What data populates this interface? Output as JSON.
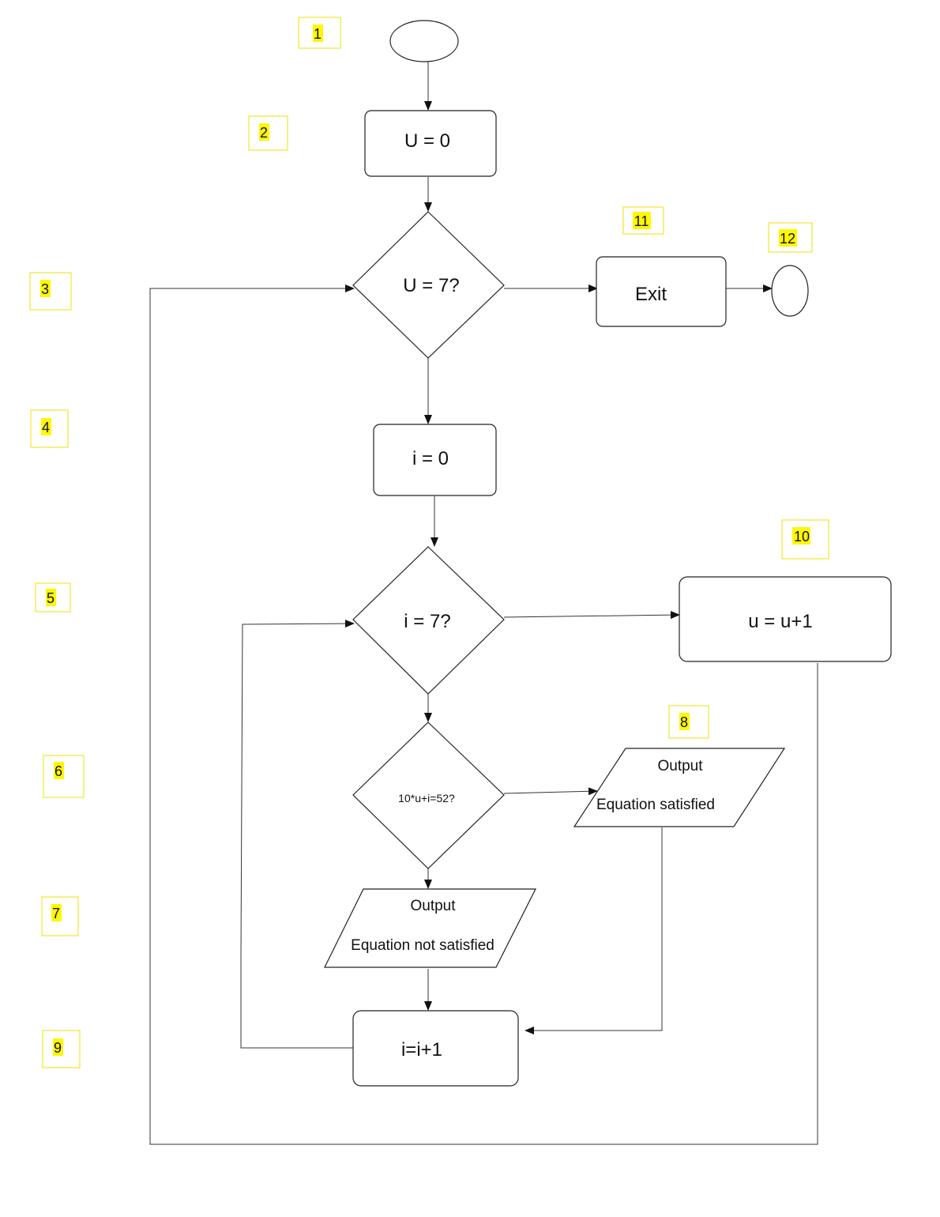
{
  "nodes": {
    "start": "",
    "u_init": "U = 0",
    "u_check": "U = 7?",
    "exit": "Exit",
    "end": "",
    "i_init": "i = 0",
    "i_check": "i = 7?",
    "u_increment": "u = u+1",
    "equation_check": "10*u+i=52?",
    "output_satisfied_title": "Output",
    "output_satisfied_text": "Equation satisfied",
    "output_not_satisfied_title": "Output",
    "output_not_satisfied_text": "Equation not satisfied",
    "i_increment": "i=i+1"
  },
  "step_labels": [
    "1",
    "2",
    "3",
    "4",
    "5",
    "6",
    "7",
    "8",
    "9",
    "10",
    "11",
    "12"
  ],
  "colors": {
    "label_highlight": "#fff700",
    "label_border": "#f2e200",
    "stroke": "#222222"
  }
}
